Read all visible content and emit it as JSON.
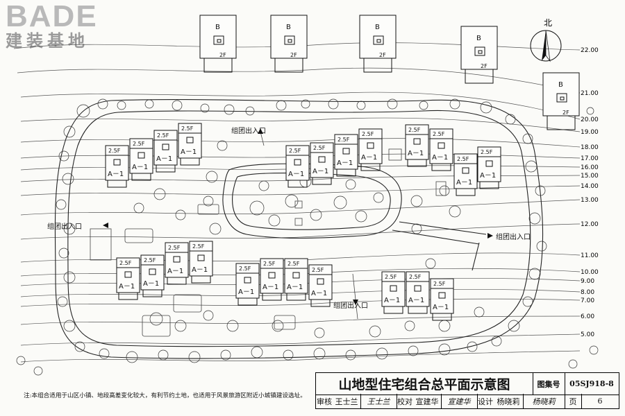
{
  "logo": {
    "main": "BADE",
    "sub": "建装基地"
  },
  "north_label": "北",
  "elevations": [
    "22.00",
    "21.00",
    "20.00",
    "19.00",
    "18.00",
    "17.00",
    "16.00",
    "15.00",
    "14.00",
    "13.00",
    "12.00",
    "11.00",
    "10.00",
    "9.00",
    "8.00",
    "7.00",
    "6.00",
    "5.00"
  ],
  "labels": {
    "building_a": "A－1",
    "building_b": "B",
    "floors_25": "2.5F",
    "floors_2": "2F",
    "entrance": "组团出入口"
  },
  "note": "注:本组合适用于山区小镇、地段高差变化较大，有利节约土地，也适用于风景旅游区附近小城镇建设选址。",
  "titleblock": {
    "title": "山地型住宅组合总平面示意图",
    "atlas_label": "图集号",
    "atlas_no": "05SJ918-8",
    "review_label": "审核",
    "review_name": "王士兰",
    "review_sig": "王士兰",
    "check_label": "校对",
    "check_name": "宣建华",
    "check_sig": "宣建华",
    "design_label": "设计",
    "design_name": "杨晓莉",
    "design_sig": "杨晓莉",
    "page_label": "页",
    "page_no": "6"
  }
}
